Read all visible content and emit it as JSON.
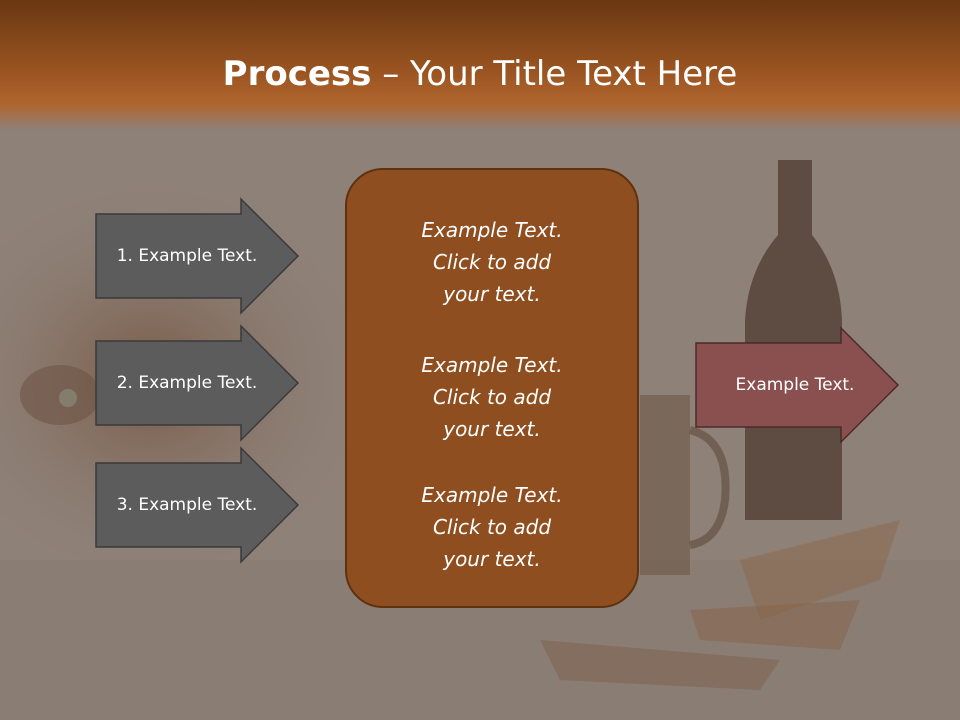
{
  "slide": {
    "title_bold": "Process",
    "title_dash": " – ",
    "title_rest": "Your Title Text Here"
  },
  "left_arrows": [
    {
      "label": "1. Example Text."
    },
    {
      "label": "2. Example Text."
    },
    {
      "label": "3. Example Text."
    }
  ],
  "center_box": {
    "items": [
      {
        "lines": [
          "Example Text.",
          "Click  to add",
          "your text."
        ]
      },
      {
        "lines": [
          "Example Text.",
          "Click  to add",
          "your text."
        ]
      },
      {
        "lines": [
          "Example Text.",
          "Click  to add",
          "your text."
        ]
      }
    ]
  },
  "right_arrow": {
    "label": "Example Text."
  },
  "colors": {
    "header": "#9a5421",
    "left_arrow_fill": "#5c5c5c",
    "center_box_fill": "#8f4e1f",
    "right_arrow_fill": "#8a5050"
  }
}
